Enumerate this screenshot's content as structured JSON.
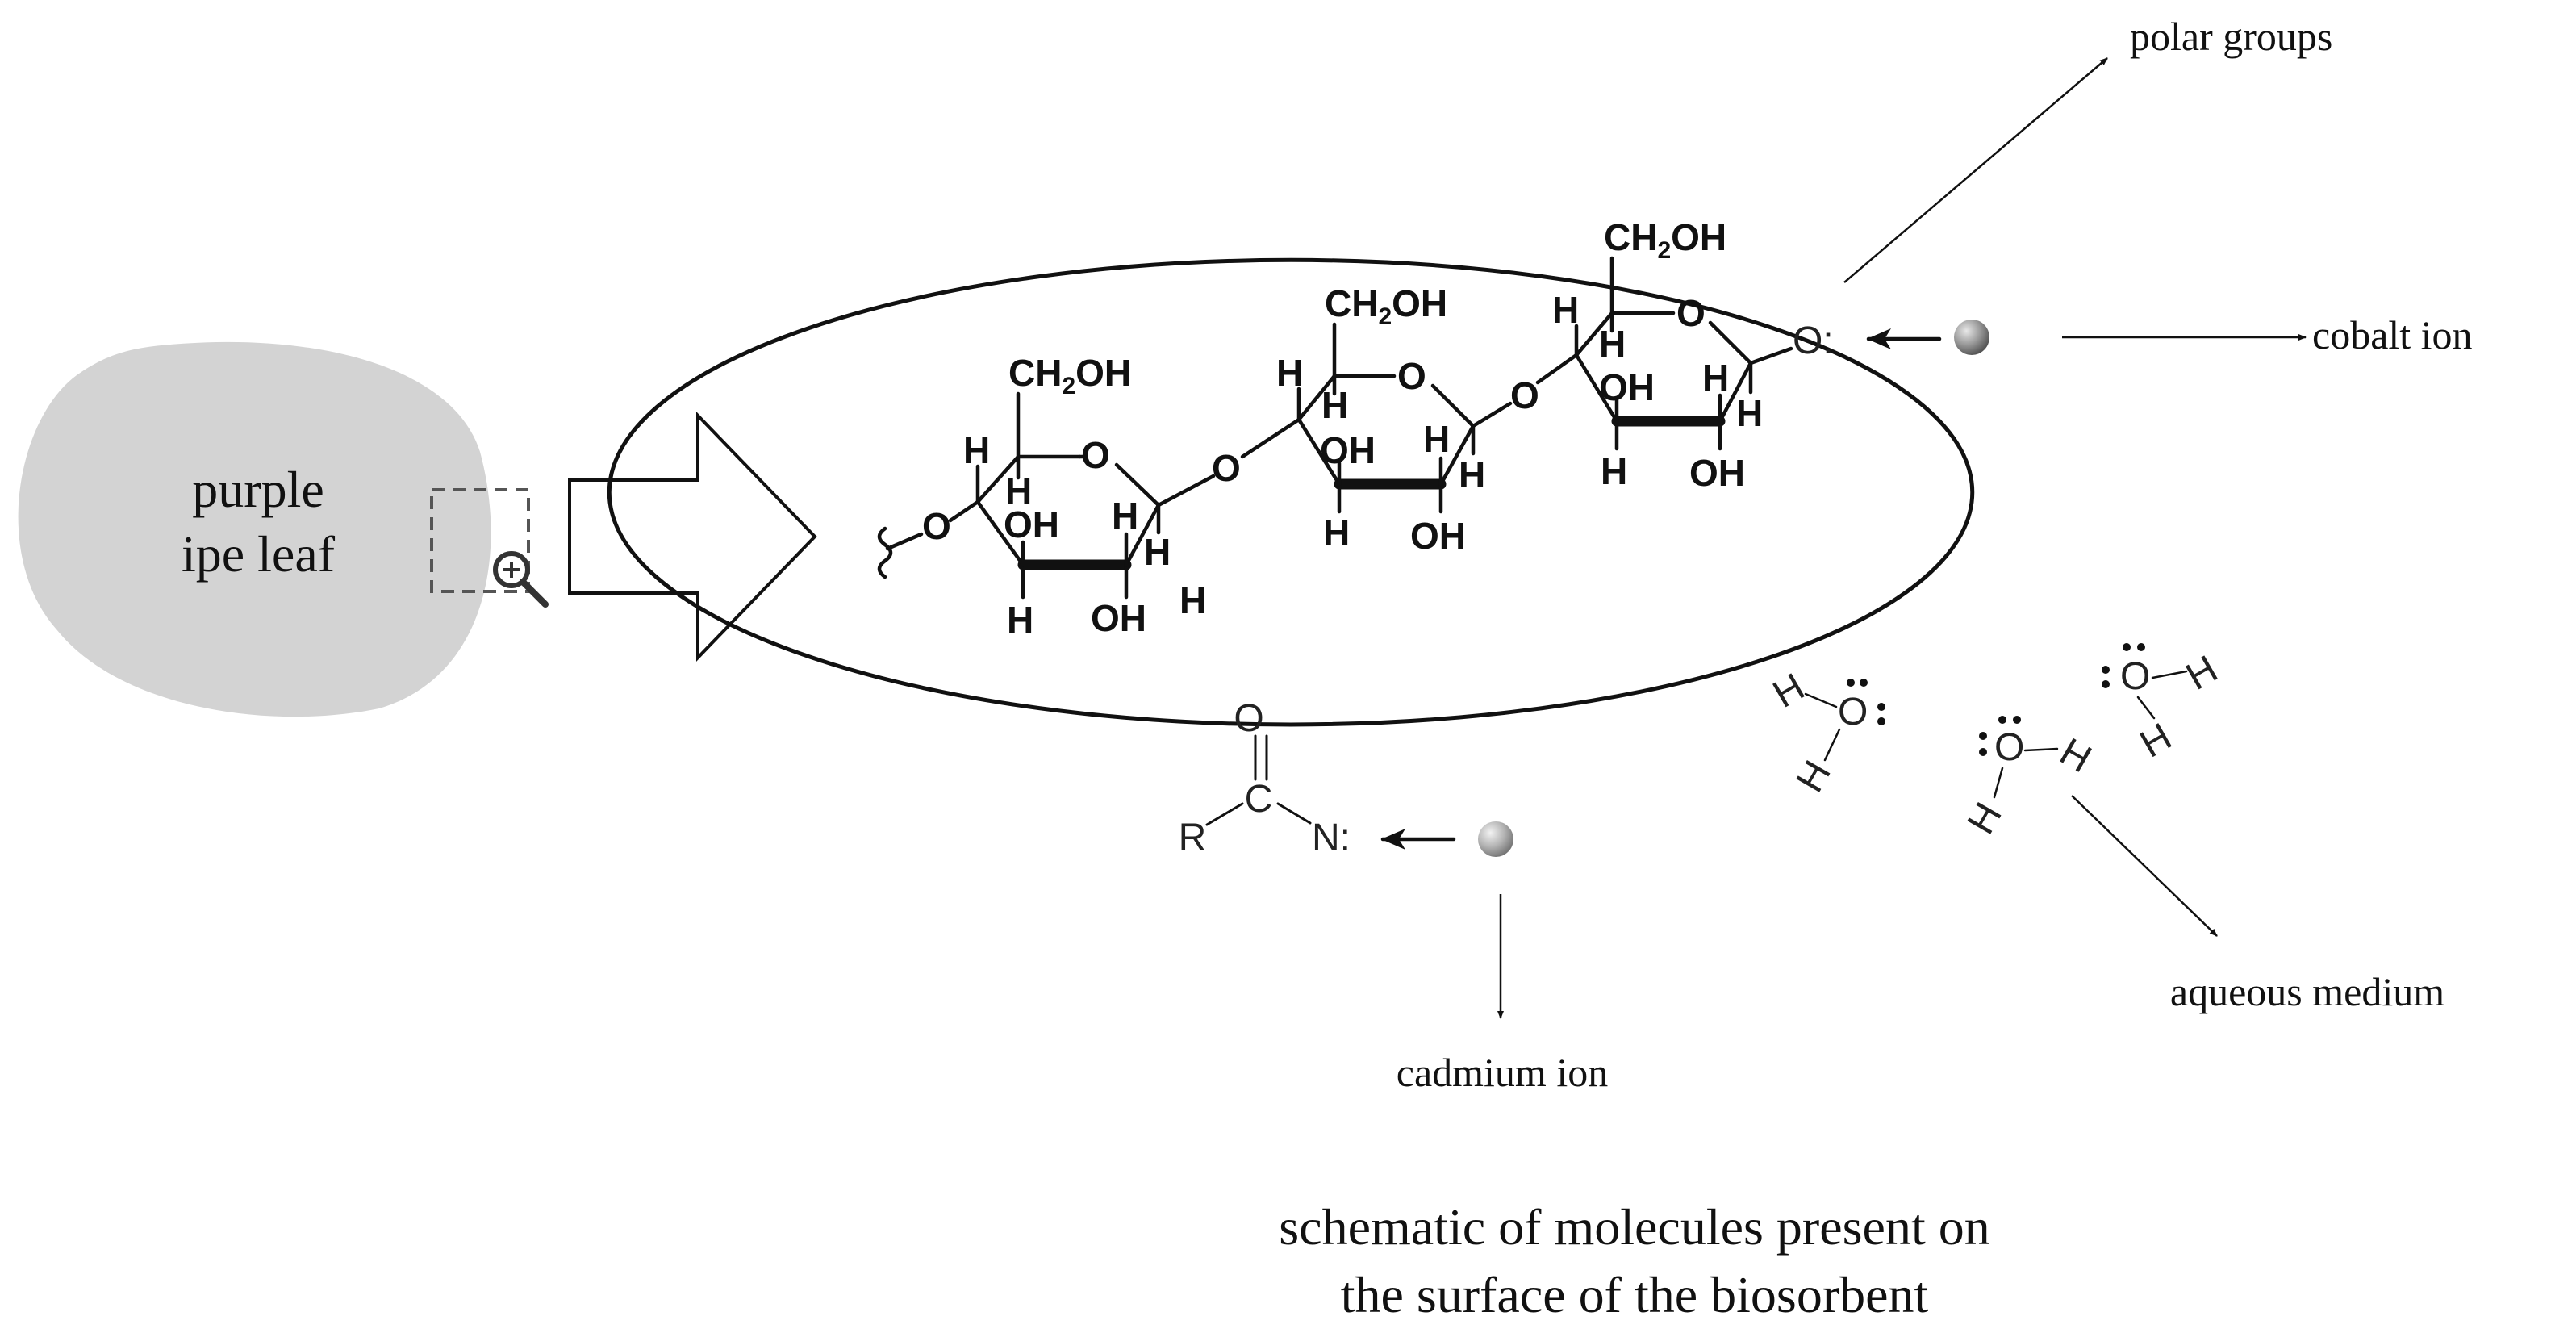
{
  "leaf": {
    "line1": "purple",
    "line2": "ipe leaf",
    "fill_color": "#d3d3d3"
  },
  "icons": {
    "zoom": "magnifier-plus-icon",
    "arrow": "block-arrow-right-icon",
    "ion": "sphere-icon"
  },
  "labels": {
    "polar_groups": "polar groups",
    "cobalt_ion": "cobalt ion",
    "aqueous_medium": "aqueous medium",
    "cadmium_ion": "cadmium ion"
  },
  "chemistry": {
    "ch2oh": "CH",
    "ch2oh_sub": "2",
    "ch2oh_tail": "OH",
    "oh": "OH",
    "h": "H",
    "o": "O",
    "o_lone_pair": "O:",
    "r": "R",
    "c": "C",
    "n_lone_pair": "N:"
  },
  "caption": {
    "line1": "schematic of molecules present on",
    "line2": "the surface of the biosorbent"
  }
}
